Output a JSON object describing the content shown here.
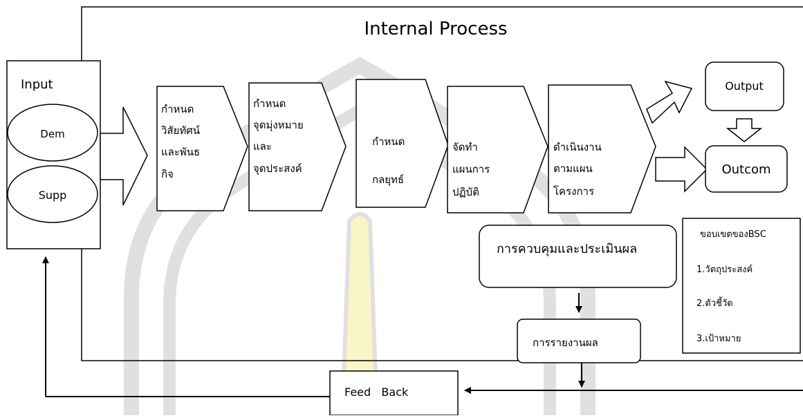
{
  "title": "Internal  Process",
  "input": {
    "label": "Input",
    "items": [
      "Dem",
      "Supp"
    ]
  },
  "steps": [
    {
      "lines": [
        "กำหนด",
        "วิสัยทัศน์",
        "และพันธ",
        "กิจ"
      ]
    },
    {
      "lines": [
        "กำหนด",
        "จุดมุ่งหมาย",
        "และ",
        "จุดประสงค์"
      ]
    },
    {
      "lines": [
        "กำหนด",
        "",
        "กลยุทธ์"
      ]
    },
    {
      "lines": [
        "จัดทำ",
        "แผนการ",
        "ปฏิบัติ"
      ]
    },
    {
      "lines": [
        "ดำเนินงาน",
        "ตามแผน",
        "โครงการ"
      ]
    }
  ],
  "output": "Output",
  "outcome": "Outcom",
  "control": "การควบคุมและประเมินผล",
  "report": "การรายงานผล",
  "bsc": {
    "title": "ขอบเขตของBSC",
    "items": [
      "1.วัตถุประสงค์",
      "2.ตัวชี้วัด",
      "3.เป้าหมาย"
    ]
  },
  "feedback": "Feed   Back",
  "colors": {
    "watermark": "#c8c8c8",
    "watermark_accent": "#f6ee9a",
    "line": "#000000"
  }
}
